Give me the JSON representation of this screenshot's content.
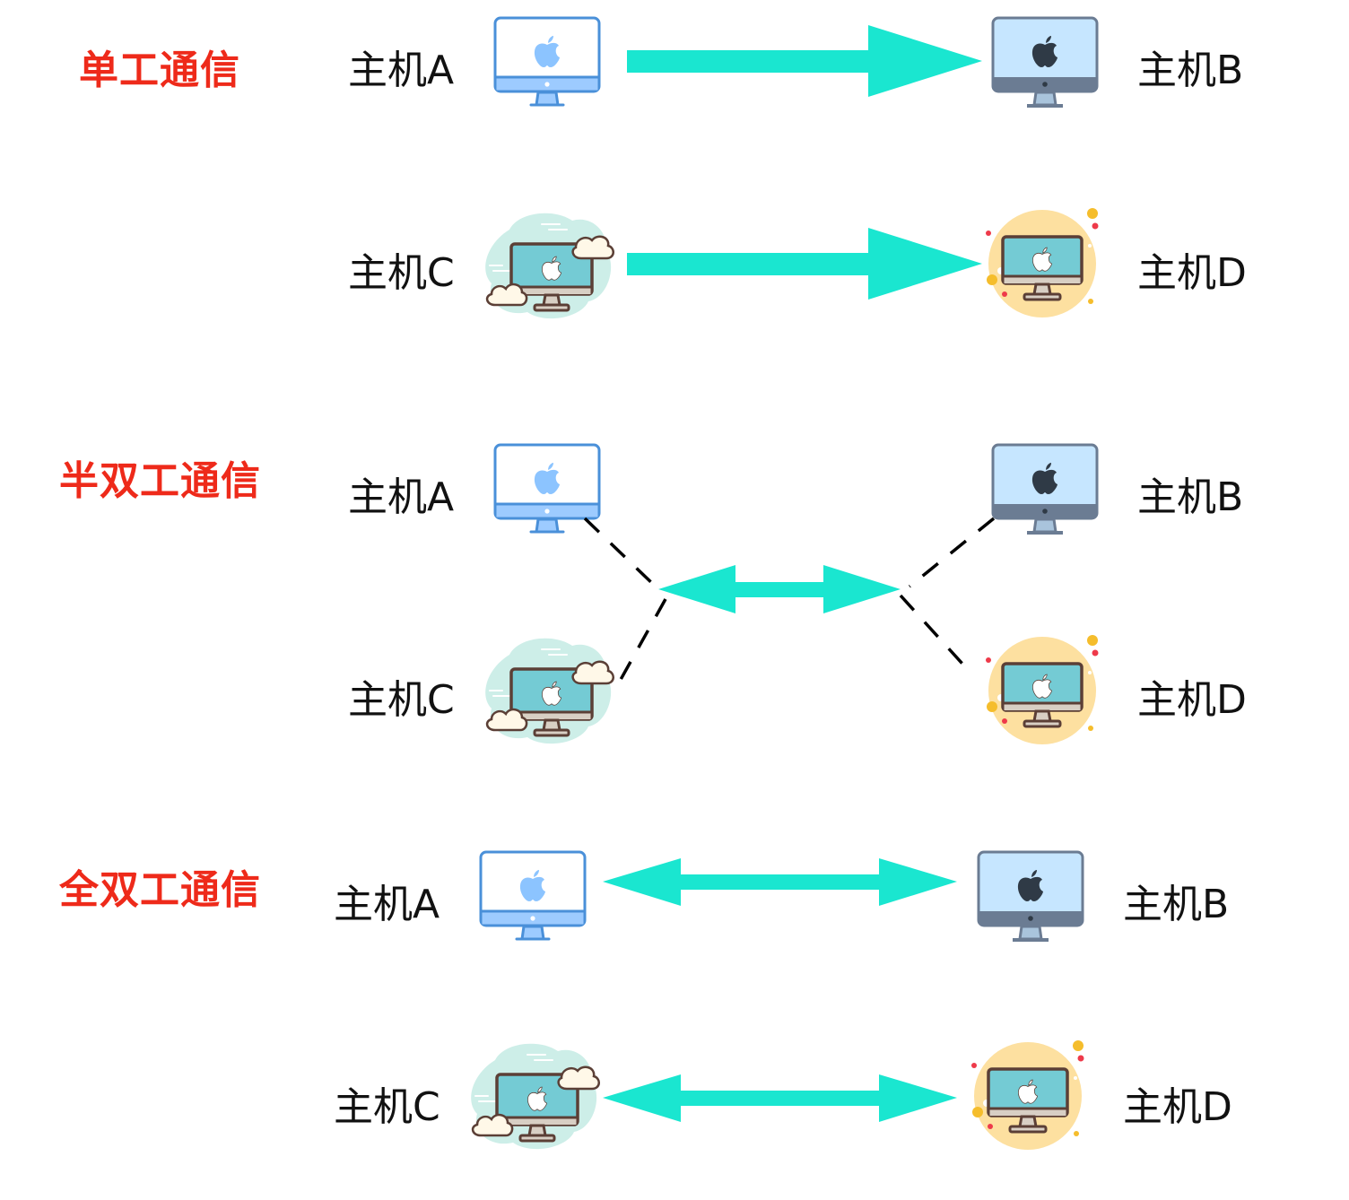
{
  "colors": {
    "title": "#ee2a1a",
    "arrow": "#1ae6d0",
    "dash": "#000000",
    "label": "#111111"
  },
  "sections": [
    {
      "title": "单工通信",
      "mode": "simplex",
      "rows": [
        {
          "left": {
            "label": "主机A",
            "icon": "desktop-blue-icon"
          },
          "right": {
            "label": "主机B",
            "icon": "desktop-gray-icon"
          },
          "arrow": "right"
        },
        {
          "left": {
            "label": "主机C",
            "icon": "desktop-cloud-icon"
          },
          "right": {
            "label": "主机D",
            "icon": "desktop-sun-icon"
          },
          "arrow": "right"
        }
      ]
    },
    {
      "title": "半双工通信",
      "mode": "half-duplex",
      "rows": [
        {
          "left": {
            "label": "主机A",
            "icon": "desktop-blue-icon"
          },
          "right": {
            "label": "主机B",
            "icon": "desktop-gray-icon"
          }
        },
        {
          "left": {
            "label": "主机C",
            "icon": "desktop-cloud-icon"
          },
          "right": {
            "label": "主机D",
            "icon": "desktop-sun-icon"
          }
        }
      ],
      "shared_arrow": "both",
      "connector": "dashed"
    },
    {
      "title": "全双工通信",
      "mode": "full-duplex",
      "rows": [
        {
          "left": {
            "label": "主机A",
            "icon": "desktop-blue-icon"
          },
          "right": {
            "label": "主机B",
            "icon": "desktop-gray-icon"
          },
          "arrow": "both"
        },
        {
          "left": {
            "label": "主机C",
            "icon": "desktop-cloud-icon"
          },
          "right": {
            "label": "主机D",
            "icon": "desktop-sun-icon"
          },
          "arrow": "both"
        }
      ]
    }
  ]
}
